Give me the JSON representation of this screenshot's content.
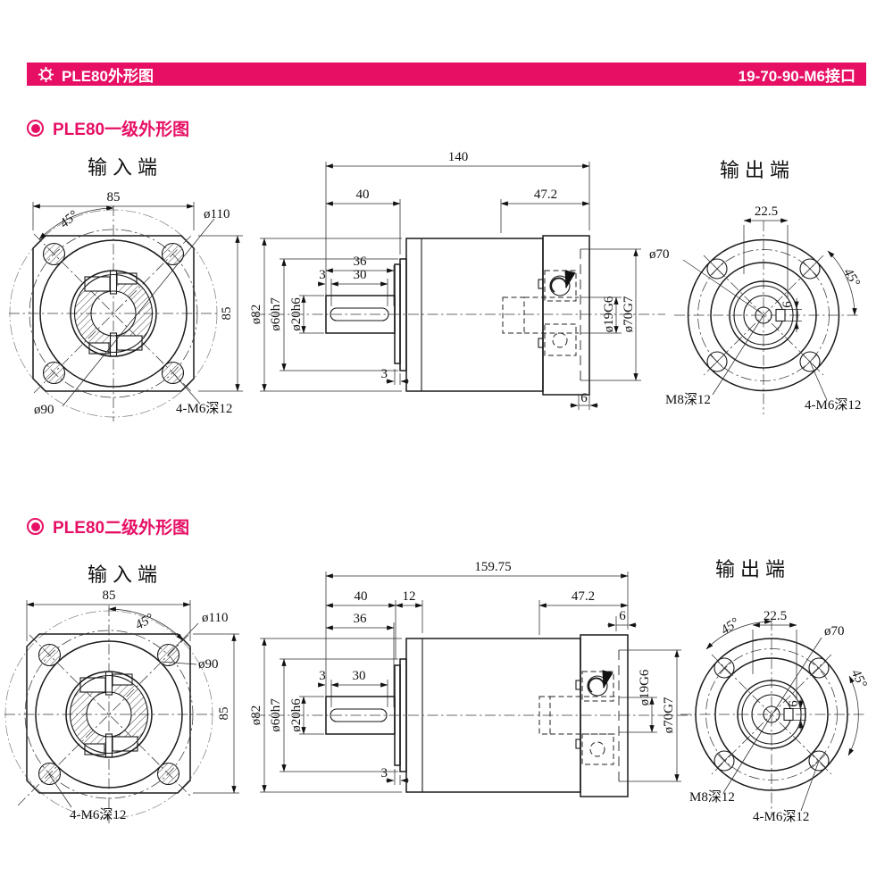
{
  "header": {
    "left_title": "PLE80外形图",
    "right_title": "19-70-90-M6接口",
    "accent_color": "#e60f64"
  },
  "s1": {
    "title": "PLE80一级外形图",
    "input": {
      "title": "输入端",
      "width": "85",
      "angle": "45°",
      "phantom_dia": "ø110",
      "height": "85",
      "bolt_circle": "ø90",
      "mount_holes": "4-M6深12"
    },
    "side": {
      "total_length": "140",
      "shaft_length": "40",
      "rear_length": "47.2",
      "key_to_end": "36",
      "key_offset": "3",
      "key_length": "30",
      "body_dia": "ø82",
      "pilot_dia": "ø60h7",
      "shaft_dia": "ø20h6",
      "pilot_thickness": "3",
      "bore_dia": "ø19G6",
      "spigot_dia": "ø70G7",
      "spigot_length": "6"
    },
    "output": {
      "title": "输出端",
      "key_offset": "22.5",
      "bolt_circle": "ø70",
      "angle": "45°",
      "key_width": "6",
      "center_tap": "M8深12",
      "mount_holes": "4-M6深12"
    }
  },
  "s2": {
    "title": "PLE80二级外形图",
    "input": {
      "title": "输入端",
      "width": "85",
      "angle": "45°",
      "phantom_dia": "ø110",
      "bolt_circle": "ø90",
      "height": "85",
      "mount_holes": "4-M6深12"
    },
    "side": {
      "total_length": "159.75",
      "shaft_length": "40",
      "front_length": "12",
      "key_to_end": "36",
      "rear_length": "47.2",
      "spigot_length": "6",
      "key_offset": "3",
      "key_length": "30",
      "body_dia": "ø82",
      "pilot_dia": "ø60h7",
      "shaft_dia": "ø20h6",
      "pilot_thickness": "3",
      "bore_dia": "ø19G6",
      "spigot_dia": "ø70G7"
    },
    "output": {
      "title": "输出端",
      "angle_left": "45°",
      "key_offset": "22.5",
      "bolt_circle": "ø70",
      "angle_right": "45°",
      "key_width": "6",
      "center_tap": "M8深12",
      "mount_holes": "4-M6深12"
    }
  }
}
